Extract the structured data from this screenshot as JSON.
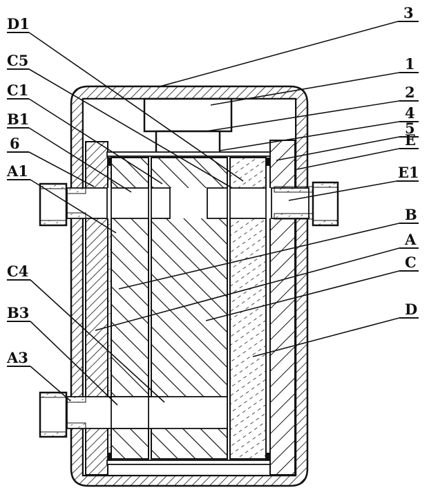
{
  "diagram": {
    "labels": {
      "n3": "3",
      "D1": "D1",
      "n1": "1",
      "C5": "C5",
      "n2": "2",
      "C1": "C1",
      "n4": "4",
      "B1": "B1",
      "n5": "5",
      "n6": "6",
      "E": "E",
      "A1": "A1",
      "E1": "E1",
      "B": "B",
      "A": "A",
      "C": "C",
      "C4": "C4",
      "D": "D",
      "B3": "B3",
      "A3": "A3"
    }
  }
}
